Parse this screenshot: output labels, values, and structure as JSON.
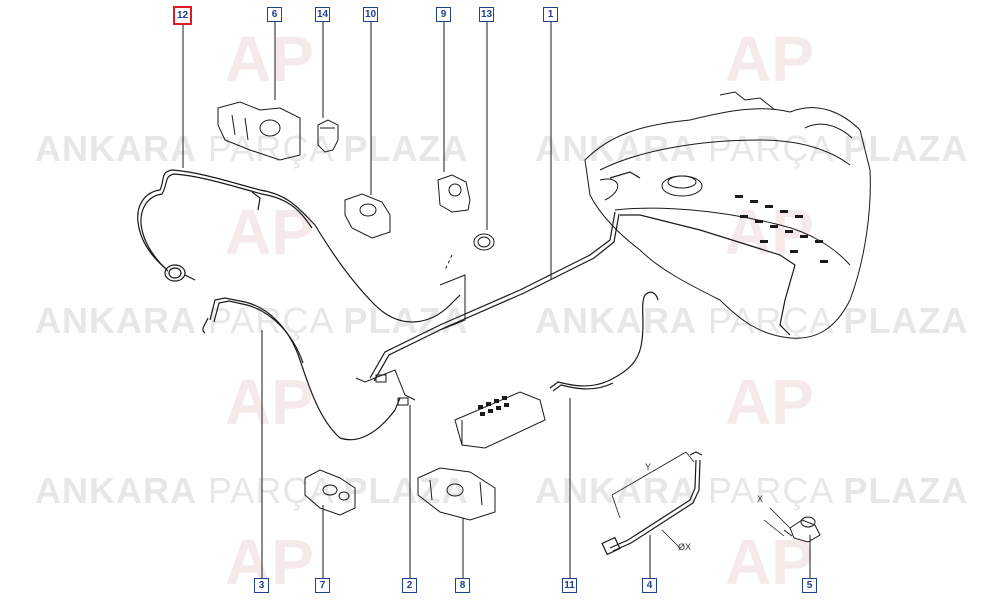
{
  "watermark": {
    "bold_1": "ANKARA",
    "light": "PARÇA",
    "bold_2": "PLAZA",
    "logo": "AP"
  },
  "callouts": {
    "c12": "12",
    "c6": "6",
    "c14": "14",
    "c10": "10",
    "c9": "9",
    "c13": "13",
    "c1": "1",
    "c3": "3",
    "c7": "7",
    "c2": "2",
    "c8": "8",
    "c11": "11",
    "c4": "4",
    "c5": "5"
  },
  "dimensions": {
    "y_label": "Y",
    "x_label": "X",
    "diameter_label": "ØX"
  },
  "colors": {
    "callout_border": "#1f3f8f",
    "active_callout_border": "#e01b24",
    "line_art": "#1a1a1a"
  }
}
